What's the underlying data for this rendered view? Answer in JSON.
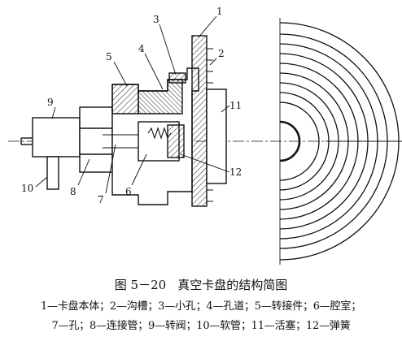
{
  "figure": {
    "number": "图 5－20",
    "title": "真空卡盘的结构简图",
    "legend_line1": "1—卡盘本体；2—沟槽；3—小孔；4—孔道；5—转接件；6—腔室；",
    "legend_line2": "7—孔；8—连接管；9—转阀；10—软管；11—活塞；12—弹簧"
  },
  "labels": [
    {
      "id": "1",
      "text": "1"
    },
    {
      "id": "2",
      "text": "2"
    },
    {
      "id": "3",
      "text": "3"
    },
    {
      "id": "4",
      "text": "4"
    },
    {
      "id": "5",
      "text": "5"
    },
    {
      "id": "6",
      "text": "6"
    },
    {
      "id": "7",
      "text": "7"
    },
    {
      "id": "8",
      "text": "8"
    },
    {
      "id": "9",
      "text": "9"
    },
    {
      "id": "10",
      "text": "10"
    },
    {
      "id": "11",
      "text": "11"
    },
    {
      "id": "12",
      "text": "12"
    }
  ]
}
